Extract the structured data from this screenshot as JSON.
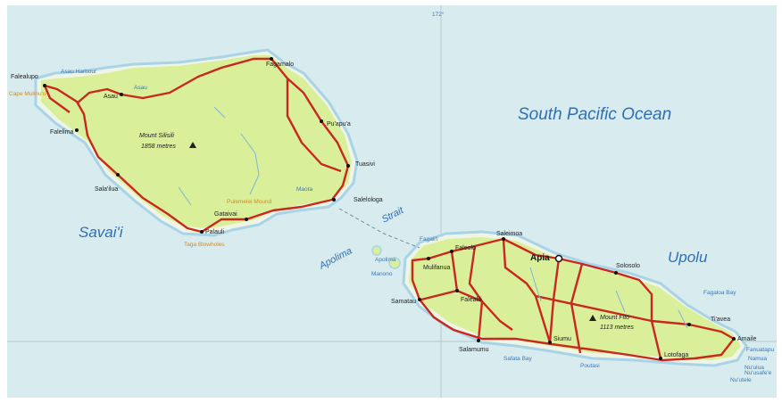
{
  "colors": {
    "ocean": "#d8ebef",
    "land": "#d9ef9a",
    "reef": "#f2f6df",
    "road": "#c8281e",
    "river": "#7fb6d6",
    "label_blue": "#2f6fb3",
    "label_orange": "#d98a1b"
  },
  "labels": {
    "meridian": "172°",
    "ocean": "South Pacific Ocean",
    "savaii": "Savai'i",
    "upolu": "Upolu",
    "strait_1": "Apolima",
    "strait_2": "Strait",
    "capital": "Apia"
  },
  "places": {
    "falealupo": "Falealupo",
    "asau_harbour": "Asau Harbour",
    "asau": "Asau",
    "asau_airport": "Asau",
    "fagamalo": "Fagamalo",
    "puapua": "Pu'apu'a",
    "tuasivi": "Tuasivi",
    "salelologa": "Salelologa",
    "maota": "Maota",
    "falelima": "Falelima",
    "salailua": "Sala'ilua",
    "gataivai": "Gataivai",
    "palauli": "Palauli",
    "cape_mulinuu": "Cape Mulinu'u",
    "mount_silisili": "Mount Silisili",
    "silisili_height": "1858 metres",
    "pulemelei_mound": "Pulemelei Mound",
    "taga_blowholes": "Taga Blowholes",
    "fagalii": "Fagali'i",
    "saleimoa": "Saleimoa",
    "faleolo": "Faleolo",
    "apolima": "Apolima",
    "manono": "Manono",
    "mulifanua": "Mulifanua",
    "samatau": "Samatau",
    "falealii": "Falealili",
    "salamumu": "Salamumu",
    "siumu": "Siumu",
    "safata_bay": "Safata Bay",
    "solosolo": "Solosolo",
    "fagaloa_bay": "Fagaloa Bay",
    "tiavea": "Ti'avea",
    "amaile": "Amaile",
    "lotofaga": "Lotofaga",
    "mount_fito": "Mount Fito",
    "fito_height": "1113 metres",
    "fanuatapu": "Fanuatapu",
    "namua": "Namua",
    "nuulua": "Nu'ulua",
    "nuutele": "Nu'utele",
    "aleipata": "Nu'usafe'e",
    "poutasi": "Poutasi"
  }
}
